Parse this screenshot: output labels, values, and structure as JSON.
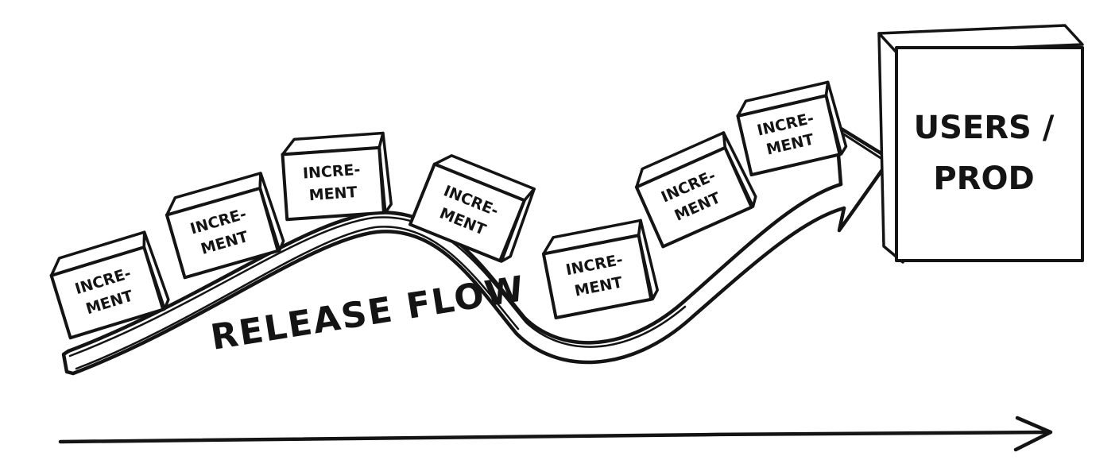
{
  "flow": {
    "label": "RELEASE FLOW"
  },
  "destination": {
    "line1": "USERS /",
    "line2": "PROD"
  },
  "increments": [
    {
      "line1": "INCRE-",
      "line2": "MENT"
    },
    {
      "line1": "INCRE-",
      "line2": "MENT"
    },
    {
      "line1": "INCRE-",
      "line2": "MENT"
    },
    {
      "line1": "INCRE-",
      "line2": "MENT"
    },
    {
      "line1": "INCRE-",
      "line2": "MENT"
    },
    {
      "line1": "INCRE-",
      "line2": "MENT"
    },
    {
      "line1": "INCRE-",
      "line2": "MENT"
    }
  ],
  "colors": {
    "ink": "#141414",
    "background": "#ffffff"
  }
}
